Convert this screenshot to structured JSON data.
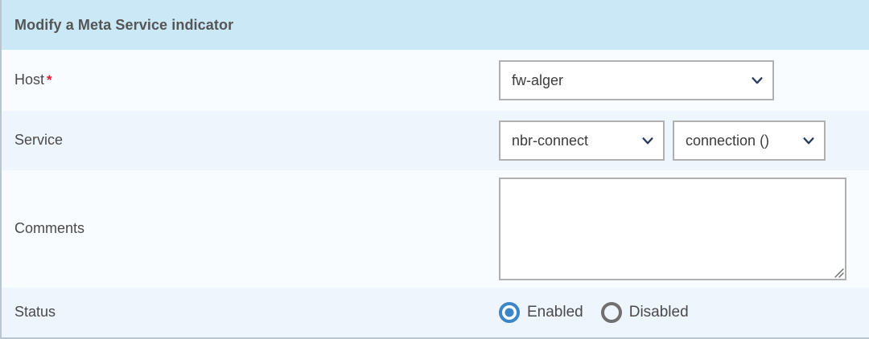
{
  "panel": {
    "title": "Modify a Meta Service indicator",
    "header_bg": "#cbe8f6",
    "row_bg_odd": "#f8fcfe",
    "row_bg_even": "#eff5fd",
    "border_color": "#b9c6d2",
    "accent_color": "#3a86c8",
    "required_color": "#e8192c",
    "chevron_color": "#2c3e60"
  },
  "rows": {
    "host": {
      "label": "Host",
      "required": true,
      "required_marker": "*",
      "select": {
        "value": "fw-alger",
        "icon": "chevron-down-icon"
      }
    },
    "service": {
      "label": "Service",
      "required": false,
      "select_service": {
        "value": "nbr-connect",
        "icon": "chevron-down-icon"
      },
      "select_service_item": {
        "value": "connection ()",
        "icon": "chevron-down-icon"
      }
    },
    "comments": {
      "label": "Comments",
      "required": false,
      "textarea": {
        "value": "",
        "placeholder": ""
      }
    },
    "status": {
      "label": "Status",
      "required": false,
      "options": [
        {
          "label": "Enabled",
          "selected": true
        },
        {
          "label": "Disabled",
          "selected": false
        }
      ]
    }
  }
}
